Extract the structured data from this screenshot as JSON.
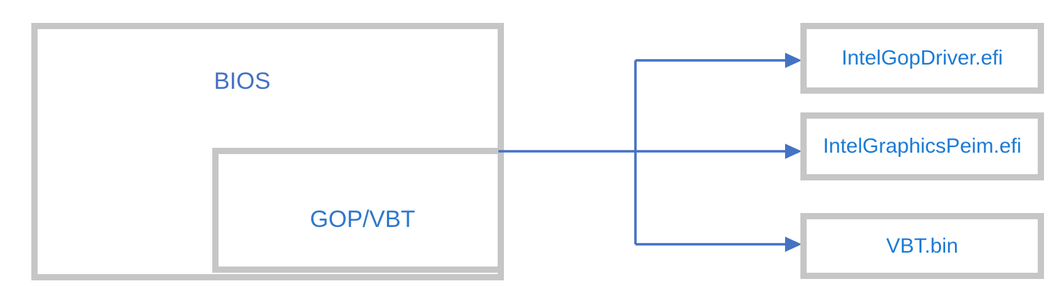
{
  "diagram": {
    "bios": {
      "label": "BIOS"
    },
    "gop_vbt": {
      "label": "GOP/VBT"
    },
    "outputs": [
      {
        "label": "IntelGopDriver.efi"
      },
      {
        "label": "IntelGraphicsPeim.efi"
      },
      {
        "label": "VBT.bin"
      }
    ]
  },
  "colors": {
    "box_border": "#c6c6c6",
    "connector": "#4472c4",
    "bios_label": "#4472c4",
    "gop_vbt_label": "#2e78cc",
    "output_label": "#1b7ad6"
  }
}
